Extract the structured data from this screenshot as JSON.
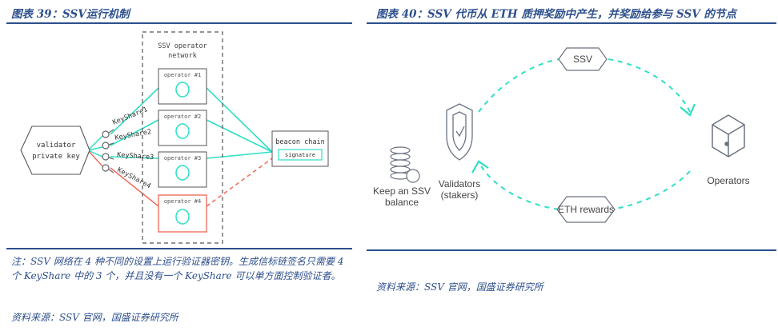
{
  "left": {
    "title": "图表 39：SSV运行机制",
    "diagram": {
      "network_label_line1": "SSV operator",
      "network_label_line2": "network",
      "validator_line1": "validator",
      "validator_line2": "private key",
      "keyshares": [
        "KeyShare1",
        "KeyShare2",
        "KeyShare3",
        "KeyShare4"
      ],
      "operators": [
        "operator #1",
        "operator #2",
        "operator #3",
        "operator #4"
      ],
      "beacon_chain": "beacon chain",
      "signature": "signature"
    },
    "note": "注：SSV 网络在 4 种不同的设置上运行验证器密钥。生成信标链签名只需要 4 个 KeyShare 中的 3 个，并且没有一个 KeyShare 可以单方面控制验证者。",
    "source": "资料来源：SSV 官网，国盛证券研究所"
  },
  "right": {
    "title": "图表 40：SSV 代币从 ETH 质押奖励中产生，并奖励给参与 SSV 的节点",
    "diagram": {
      "ssv_token": "SSV",
      "eth_rewards": "ETH rewards",
      "keep_balance_line1": "Keep an SSV",
      "keep_balance_line2": "balance",
      "validators_line1": "Validators",
      "validators_line2": "(stakers)",
      "operators": "Operators"
    },
    "source": "资料来源：SSV 官网，国盛证券研究所"
  },
  "colors": {
    "brand_blue": "#2d4f8c",
    "teal": "#2de0c4",
    "red": "#f07060",
    "gray": "#6b7280"
  }
}
